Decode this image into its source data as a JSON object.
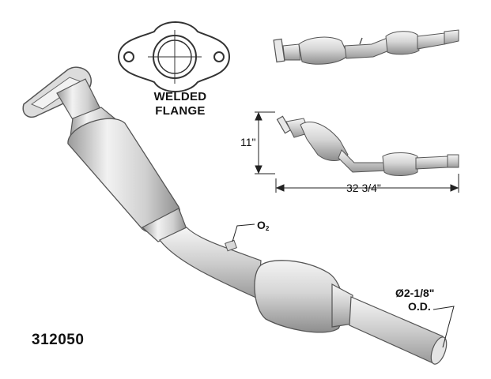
{
  "labels": {
    "flange_title_line1": "WELDED",
    "flange_title_line2": "FLANGE",
    "part_number": "312050",
    "height_dimension": "11\"",
    "length_dimension": "32 3/4\"",
    "o2_sensor_letter": "O",
    "o2_sensor_sub": "2",
    "diameter_line1": "Ø2-1/8\"",
    "diameter_line2": "O.D."
  },
  "colors": {
    "metal_light": "#eeeeee",
    "metal_mid": "#c9c9c9",
    "metal_dark": "#8c8c8c",
    "outline": "#555555",
    "line": "#222222"
  }
}
